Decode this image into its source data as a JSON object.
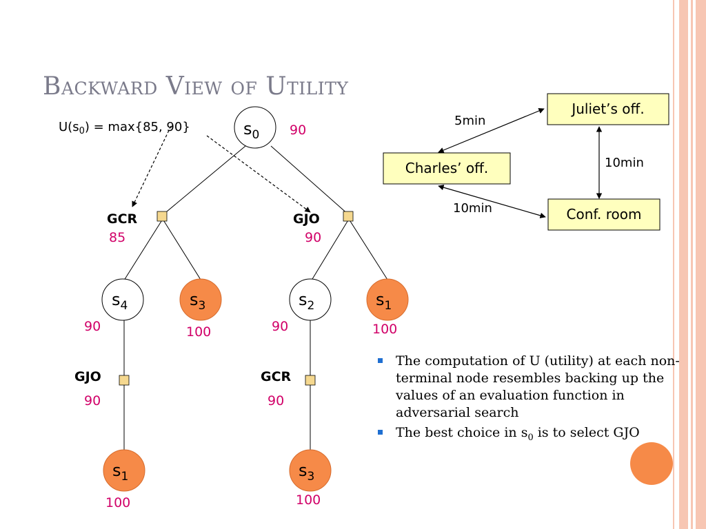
{
  "slide": {
    "title": "Backward View of Utility",
    "formula": {
      "prefix": "U(s",
      "sub": "0",
      "suffix": ") = max{85, 90}"
    },
    "tree": {
      "root": {
        "letter": "s",
        "sub": "0",
        "utility": "90"
      },
      "actions": {
        "gcr_top": {
          "label": "GCR",
          "utility": "85"
        },
        "gjo_top": {
          "label": "GJO",
          "utility": "90"
        },
        "gjo_mid": {
          "label": "GJO",
          "utility": "90"
        },
        "gcr_mid": {
          "label": "GCR",
          "utility": "90"
        }
      },
      "states": {
        "s4": {
          "letter": "s",
          "sub": "4",
          "utility": "90"
        },
        "s3_top": {
          "letter": "s",
          "sub": "3",
          "utility": "100"
        },
        "s2": {
          "letter": "s",
          "sub": "2",
          "utility": "90"
        },
        "s1_top": {
          "letter": "s",
          "sub": "1",
          "utility": "100"
        },
        "s1_bottom": {
          "letter": "s",
          "sub": "1",
          "utility": "100"
        },
        "s3_bottom": {
          "letter": "s",
          "sub": "3",
          "utility": "100"
        }
      }
    },
    "map": {
      "juliet": "Juliet’s off.",
      "charles": "Charles’ off.",
      "conf": "Conf. room",
      "edge_cj": "5min",
      "edge_jc": "10min",
      "edge_cc": "10min"
    },
    "bullets": [
      {
        "text": "The computation of U (utility) at each non-terminal node resembles backing up the values of an evaluation function in adversarial search"
      },
      {
        "prefix": "The best choice in s",
        "sub": "0",
        "suffix": " is to select GJO"
      }
    ],
    "colors": {
      "terminal_fill": "#f68a48",
      "utility_text": "#d10068",
      "map_box": "#ffffbe",
      "action_square": "#f5d88f",
      "stripe": "#f7c6b3",
      "bullet": "#1f6fd1"
    }
  }
}
